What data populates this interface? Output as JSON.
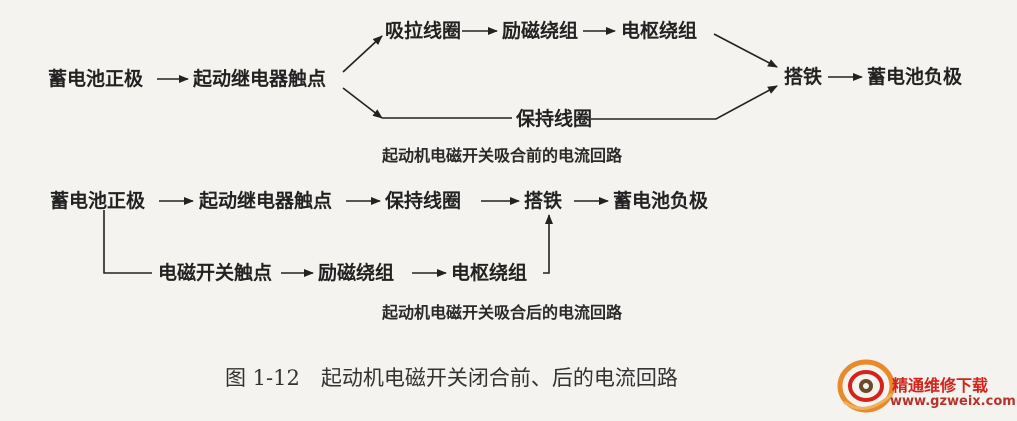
{
  "diagram": {
    "top": {
      "source": "蓄电池正极",
      "relay": "起动继电器触点",
      "pull_coil": "吸拉线圈",
      "field_winding": "励磁绕组",
      "armature_winding": "电枢绕组",
      "hold_coil": "保持线圈",
      "ground": "搭铁",
      "sink": "蓄电池负极",
      "caption": "起动机电磁开关吸合前的电流回路"
    },
    "bottom": {
      "source": "蓄电池正极",
      "relay": "起动继电器触点",
      "hold_coil": "保持线圈",
      "ground": "搭铁",
      "sink": "蓄电池负极",
      "switch_contact": "电磁开关触点",
      "field_winding": "励磁绕组",
      "armature_winding": "电枢绕组",
      "caption": "起动机电磁开关吸合后的电流回路"
    }
  },
  "figure_caption": "图 1-12　起动机电磁开关闭合前、后的电流回路",
  "watermark": {
    "title": "精通维修下载",
    "url": "www.gzweix.com"
  },
  "colors": {
    "background": "#f4f3ef",
    "ink": "#222222",
    "watermark_red": "#d4231b",
    "watermark_orange": "#e88a2a"
  }
}
